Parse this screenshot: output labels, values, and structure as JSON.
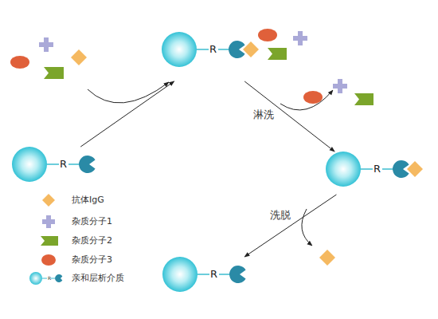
{
  "diagram": {
    "nodes": [
      {
        "text": [
          "R"
        ]
      },
      {
        "text": [
          "R"
        ]
      },
      {
        "text": [
          "R"
        ]
      },
      {
        "text": [
          "R"
        ]
      }
    ],
    "edges": [
      {
        "from": 1,
        "to": 0,
        "arrow": "to"
      },
      {
        "from": 0,
        "to": 2,
        "label": "淋洗",
        "arrow": "to"
      },
      {
        "from": 2,
        "to": 3,
        "label": "洗脱",
        "arrow": "to"
      }
    ],
    "labels": [
      "R"
    ],
    "legend": [
      {
        "text": "抗体IgG",
        "color": "#f5b961"
      },
      {
        "text": "杂质分子1",
        "color": "#aaa9d8"
      },
      {
        "text": "杂质分子2",
        "color": "#7ba52b"
      },
      {
        "text": "杂质分子3",
        "color": "#e0603a"
      },
      {
        "text": "亲和层析介质"
      }
    ]
  }
}
